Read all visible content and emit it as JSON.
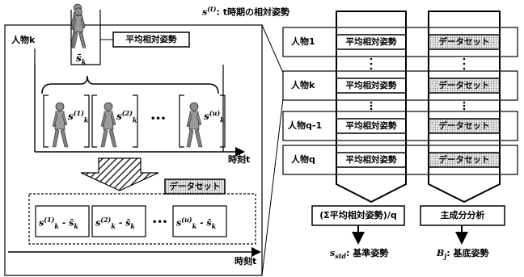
{
  "header": {
    "state_symbol": "s",
    "state_sup": "(t)",
    "state_text": ": t時期の相対姿勢"
  },
  "left": {
    "person_k_label": "人物k",
    "avg_pose_label": "平均相対姿勢",
    "mean_symbol": "s̄",
    "mean_sub": "k",
    "samples": [
      {
        "sym": "s",
        "sup": "(1)",
        "sub": "k"
      },
      {
        "sym": "s",
        "sup": "(2)",
        "sub": "k"
      },
      {
        "sym": "s",
        "sup": "(u)",
        "sub": "k"
      }
    ],
    "ellipsis": "•••",
    "time_label_1": "時刻t",
    "dataset_label": "データセット",
    "diffs": [
      {
        "sym": "s",
        "sup": "(1)",
        "sub": "k",
        "minus": " - s̄",
        "msub": "k"
      },
      {
        "sym": "s",
        "sup": "(2)",
        "sub": "k",
        "minus": " - s̄",
        "msub": "k"
      },
      {
        "sym": "s",
        "sup": "(u)",
        "sub": "k",
        "minus": " - s̄",
        "msub": "k"
      }
    ],
    "diff_ellipsis": "•••",
    "time_label_2": "時刻t"
  },
  "right": {
    "rows": [
      {
        "person": "人物1",
        "avg": "平均相対姿勢",
        "ds": "データセット"
      },
      {
        "person": "人物k",
        "avg": "平均相対姿勢",
        "ds": "データセット"
      },
      {
        "person": "人物q-1",
        "avg": "平均相対姿勢",
        "ds": "データセット"
      },
      {
        "person": "人物q",
        "avg": "平均相対姿勢",
        "ds": "データセット"
      }
    ],
    "sum_label": "(Σ平均相対姿勢)/q",
    "pca_label": "主成分分析",
    "std_symbol": "s",
    "std_sub": "std",
    "std_text": ": 基準姿勢",
    "base_symbol": "B",
    "base_sub": "j",
    "base_text": ": 基底姿勢"
  }
}
